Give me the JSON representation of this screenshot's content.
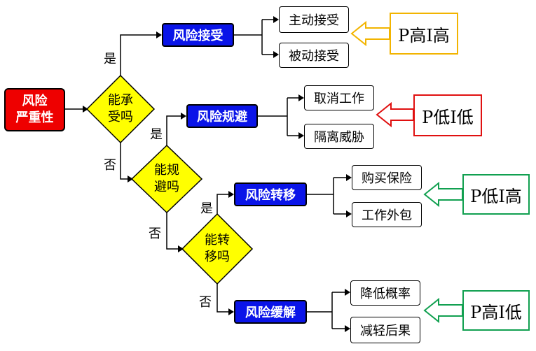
{
  "start": "风险\n严重性",
  "decisions": [
    {
      "text": "能承\n受吗",
      "yes": "是",
      "no": "否"
    },
    {
      "text": "能规\n避吗",
      "yes": "是",
      "no": "否"
    },
    {
      "text": "能转\n移吗",
      "yes": "是",
      "no": "否"
    }
  ],
  "strategies": [
    "风险接受",
    "风险规避",
    "风险转移",
    "风险缓解"
  ],
  "actions": [
    [
      "主动接受",
      "被动接受"
    ],
    [
      "取消工作",
      "隔离威胁"
    ],
    [
      "购买保险",
      "工作外包"
    ],
    [
      "降低概率",
      "减轻后果"
    ]
  ],
  "codes": [
    {
      "label": "P高I高",
      "color": "#f2b400"
    },
    {
      "label": "P低I低",
      "color": "#e01010"
    },
    {
      "label": "P低I高",
      "color": "#11a050"
    },
    {
      "label": "P高I低",
      "color": "#11a050"
    }
  ]
}
